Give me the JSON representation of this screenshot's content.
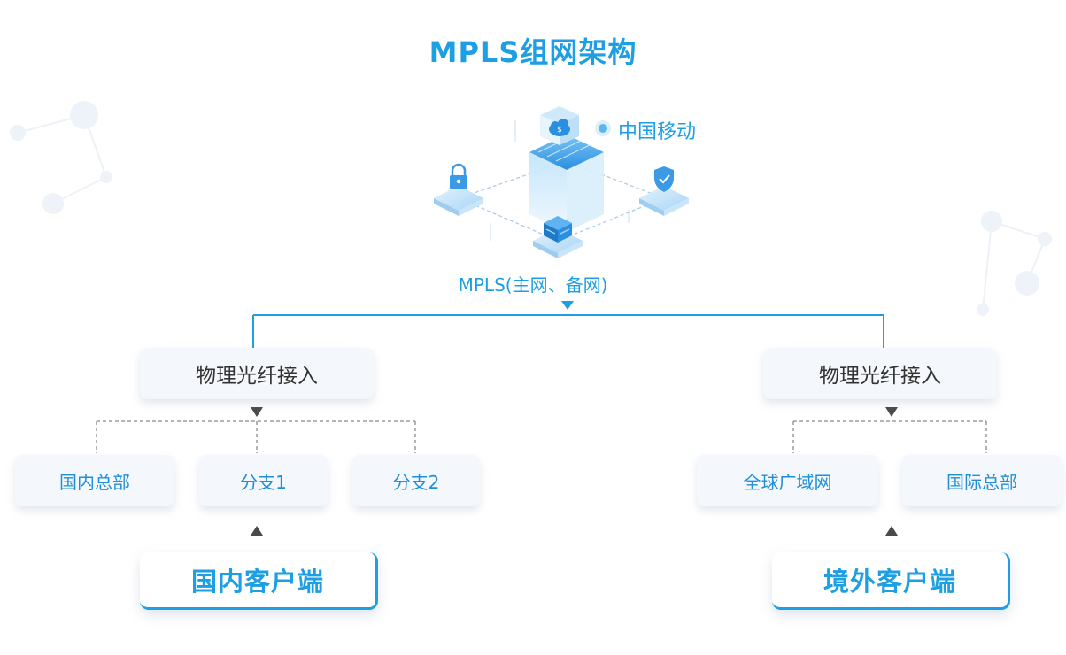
{
  "title": "MPLS组网架构",
  "carrier": "中国移动",
  "network_label": "MPLS(主网、备网)",
  "left": {
    "access": "物理光纤接入",
    "nodes": [
      "国内总部",
      "分支1",
      "分支2"
    ],
    "client": "国内客户端"
  },
  "right": {
    "access": "物理光纤接入",
    "nodes": [
      "全球广域网",
      "国际总部"
    ],
    "client": "境外客户端"
  },
  "colors": {
    "accent": "#1e9fe4",
    "box_bg": "#f4f7fb",
    "arrow": "#4a4a4a"
  },
  "icons": [
    "cloud-server-icon",
    "lock-icon",
    "shield-icon",
    "server-icon"
  ]
}
